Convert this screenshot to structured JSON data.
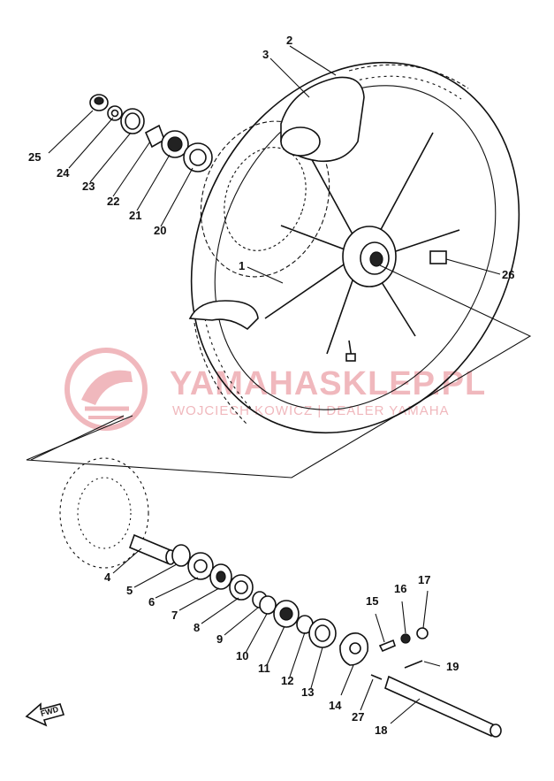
{
  "watermark": {
    "main": "YAMAHASKLEP.PL",
    "sub": "WOJCIECH KOWICZ | DEALER YAMAHA",
    "color": "#f0b8bd"
  },
  "fwd_label": "FWD",
  "part_labels": {
    "p1": "1",
    "p2": "2",
    "p3": "3",
    "p4": "4",
    "p5": "5",
    "p6": "6",
    "p7": "7",
    "p8": "8",
    "p9": "9",
    "p10": "10",
    "p11": "11",
    "p12": "12",
    "p13": "13",
    "p14": "14",
    "p15": "15",
    "p16": "16",
    "p17": "17",
    "p18": "18",
    "p19": "19",
    "p20": "20",
    "p21": "21",
    "p22": "22",
    "p23": "23",
    "p24": "24",
    "p25": "25",
    "p26": "26",
    "p27": "27"
  }
}
